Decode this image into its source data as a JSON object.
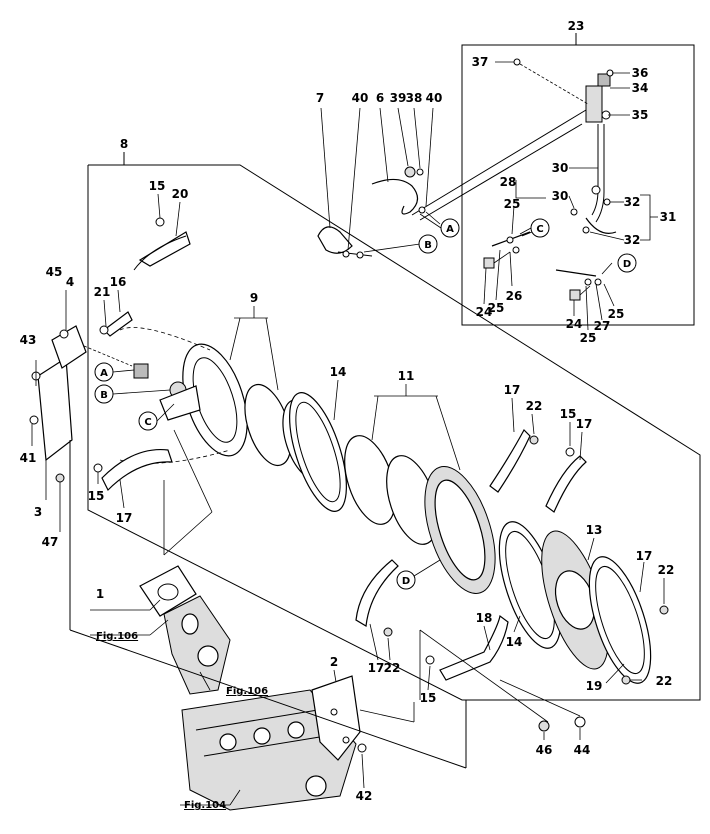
{
  "labels": {
    "n23": "23",
    "n37": "37",
    "n36": "36",
    "n34": "34",
    "n35": "35",
    "n30a": "30",
    "n28": "28",
    "n30b": "30",
    "n32a": "32",
    "n31": "31",
    "n32b": "32",
    "n25a": "25",
    "n24a": "24",
    "n25b": "25",
    "n26": "26",
    "n24b": "24",
    "n25c": "25",
    "n27": "27",
    "n25d": "25",
    "n7": "7",
    "n40a": "40",
    "n6": "6",
    "n39": "39",
    "n38": "38",
    "n40b": "40",
    "n8": "8",
    "n15a": "15",
    "n20": "20",
    "n9": "9",
    "n21": "21",
    "n16": "16",
    "n45": "45",
    "n4": "4",
    "n43": "43",
    "n41": "41",
    "n3": "3",
    "n47": "47",
    "n15b": "15",
    "n17a": "17",
    "n14a": "14",
    "n11": "11",
    "n17b": "17",
    "n22a": "22",
    "n15c": "15",
    "n17c": "17",
    "n13": "13",
    "n17d": "17",
    "n22b": "22",
    "n19": "19",
    "n22c": "22",
    "n18": "18",
    "n14b": "14",
    "n17e": "17",
    "n22d": "22",
    "n15d": "15",
    "n1": "1",
    "n2": "2",
    "n46": "46",
    "n44": "44",
    "n42": "42"
  },
  "callouts": {
    "a_top": "A",
    "b_top": "B",
    "c_top": "C",
    "d_top": "D",
    "a_left": "A",
    "b_left": "B",
    "c_left": "C",
    "d_mid": "D"
  },
  "figure_refs": {
    "fig106a": "Fig.106",
    "fig106b": "Fig.106",
    "fig104": "Fig.104"
  }
}
